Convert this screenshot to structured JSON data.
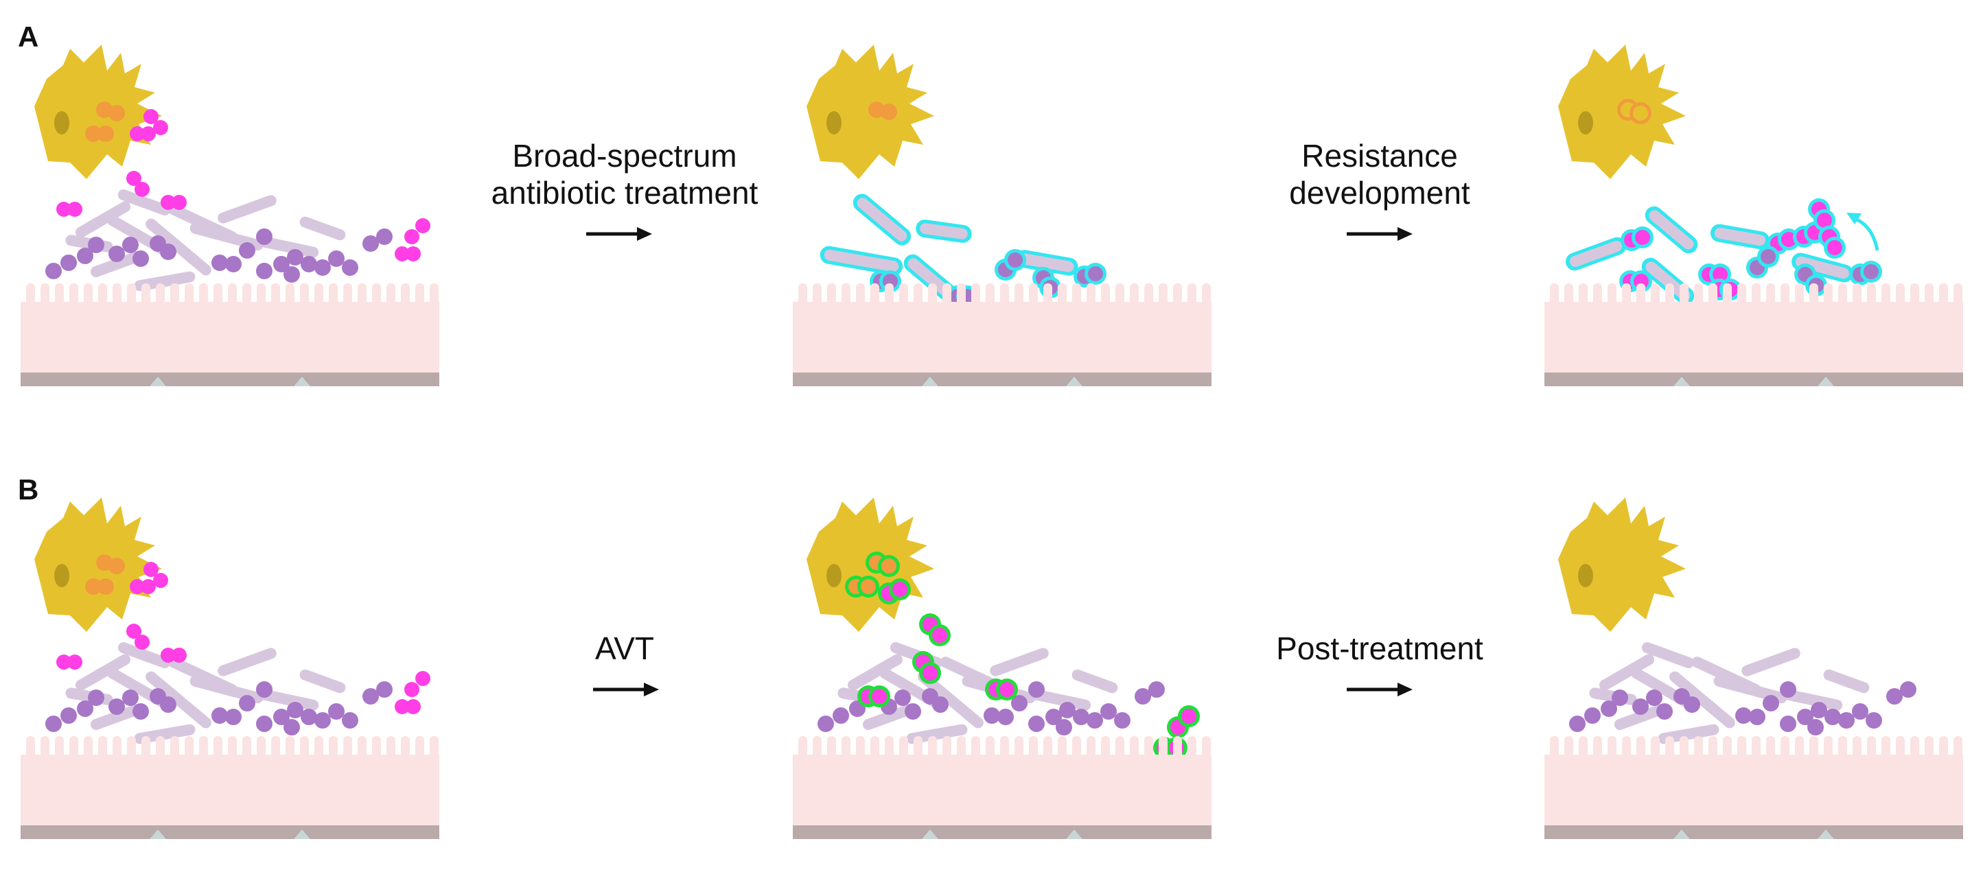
{
  "panels": [
    {
      "letter": "A",
      "steps": [
        "Broad-spectrum\nantibiotic treatment",
        "Resistance\ndevelopment"
      ]
    },
    {
      "letter": "B",
      "steps": [
        "AVT",
        "Post-treatment"
      ]
    }
  ],
  "colors": {
    "epithelium": "#fbe3e3",
    "basement": "#b9a9a9",
    "immune_cell": "#e5c22d",
    "immune_nucleus": "#b89a1e",
    "engulfed": "#f19a3e",
    "pathogen": "#ff3ee6",
    "commensal_cocci": "#a776c7",
    "commensal_rods": "#d7c7de",
    "resistance_outline": "#34e6ef",
    "phage_outline": "#22dd3a"
  }
}
